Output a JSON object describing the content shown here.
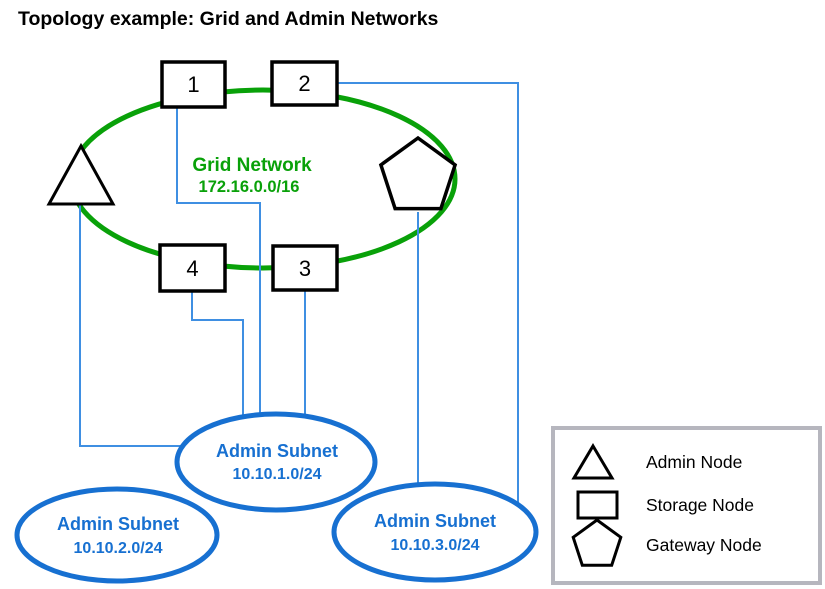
{
  "title": "Topology example: Grid and Admin Networks",
  "grid_network": {
    "label": "Grid Network",
    "cidr": "172.16.0.0/16"
  },
  "storage_nodes": [
    "1",
    "2",
    "3",
    "4"
  ],
  "admin_subnets": [
    {
      "label": "Admin Subnet",
      "cidr": "10.10.1.0/24"
    },
    {
      "label": "Admin Subnet",
      "cidr": "10.10.2.0/24"
    },
    {
      "label": "Admin Subnet",
      "cidr": "10.10.3.0/24"
    }
  ],
  "legend": {
    "items": [
      {
        "icon": "triangle-icon",
        "label": "Admin Node"
      },
      {
        "icon": "square-icon",
        "label": "Storage Node"
      },
      {
        "icon": "pentagon-icon",
        "label": "Gateway Node"
      }
    ]
  },
  "colors": {
    "grid_green": "#09a109",
    "subnet_blue": "#1770d1",
    "connector_blue": "#3f8fe2",
    "legend_border": "#b6b6be"
  }
}
